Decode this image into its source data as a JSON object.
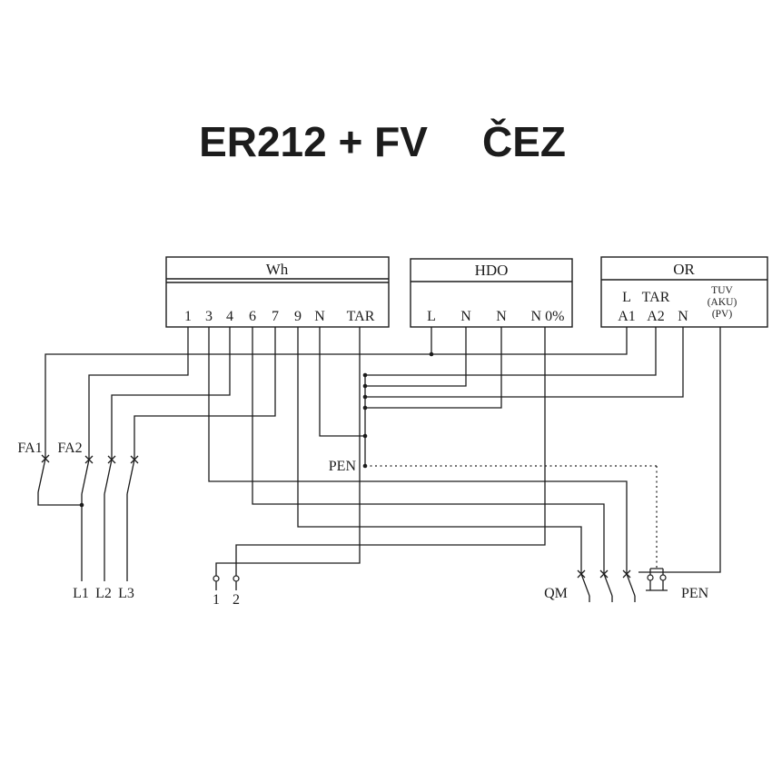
{
  "title": {
    "left": "ER212 + FV",
    "right": "ČEZ"
  },
  "boxes": {
    "wh": {
      "title": "Wh",
      "terminals": [
        "1",
        "3",
        "4",
        "6",
        "7",
        "9",
        "N",
        "TAR"
      ]
    },
    "hdo": {
      "title": "HDO",
      "terminals": [
        "L",
        "N",
        "N",
        "N 0%"
      ]
    },
    "or": {
      "title": "OR",
      "coil_row": [
        "L",
        "TAR"
      ],
      "terminal_row": [
        "A1",
        "A2",
        "N"
      ],
      "output_stack": [
        "TUV",
        "(AKU)",
        "(PV)"
      ]
    }
  },
  "labels": {
    "breaker1": "FA1",
    "breaker2": "FA2",
    "phase1": "L1",
    "phase2": "L2",
    "phase3": "L3",
    "pen_bus": "PEN",
    "pen_terminal": "PEN",
    "contactor": "QM",
    "terminal1": "1",
    "terminal2": "2"
  },
  "colors": {
    "line": "#1c1c1c",
    "background": "#ffffff"
  }
}
